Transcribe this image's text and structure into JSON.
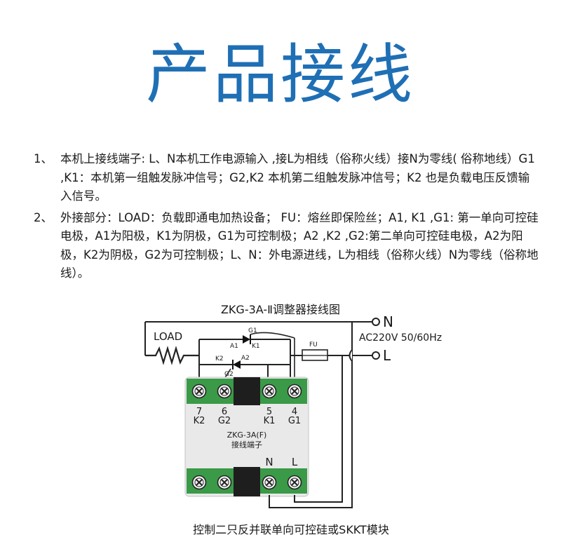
{
  "title": "产品接线",
  "notes": [
    {
      "num": "1、",
      "text": "本机上接线端子: L、N本机工作电源输入 ,接L为相线（俗称火线）接N为零线( 俗称地线）G1 ,K1：本机第一组触发脉冲信号；G2,K2 本机第二组触发脉冲信号；K2 也是负载电压反馈输入信号。"
    },
    {
      "num": "2、",
      "text": "外接部分：LOAD：负载即通电加热设备； FU：熔丝即保险丝；A1, K1 ,G1: 第一单向可控硅电极，A1为阳极，K1为阴极，G1为可控制极；A2 ,K2 ,G2:第二单向可控硅电极，A2为阳极，K2为阴极，G2为可控制极；L、N：外电源进线，L为相线（俗称火线）N为零线（俗称地线）。"
    }
  ],
  "diagram": {
    "heading": "ZKG-3A-Ⅱ调整器接线图",
    "line_N": "N",
    "line_L": "L",
    "supply": "AC220V 50/60Hz",
    "load": "LOAD",
    "fuse": "FU",
    "scr1": {
      "gate": "G1",
      "anode": "A1",
      "cathode": "K1"
    },
    "scr2": {
      "gate": "G2",
      "anode": "A2",
      "cathode": "K2"
    },
    "terminals_top": [
      {
        "num": "7",
        "name": "K2"
      },
      {
        "num": "6",
        "name": "G2"
      },
      {
        "num": "5",
        "name": "K1"
      },
      {
        "num": "4",
        "name": "G1"
      }
    ],
    "model": "ZKG-3A(F)",
    "module_label": "接线端子",
    "terminals_bottom": [
      "N",
      "L"
    ],
    "caption": "控制二只反并联单向可控硅或SKKT模块"
  },
  "colors": {
    "title": "#1f6fb5",
    "terminal_green": "#3a9a48",
    "device_body": "#e9e9e9"
  }
}
